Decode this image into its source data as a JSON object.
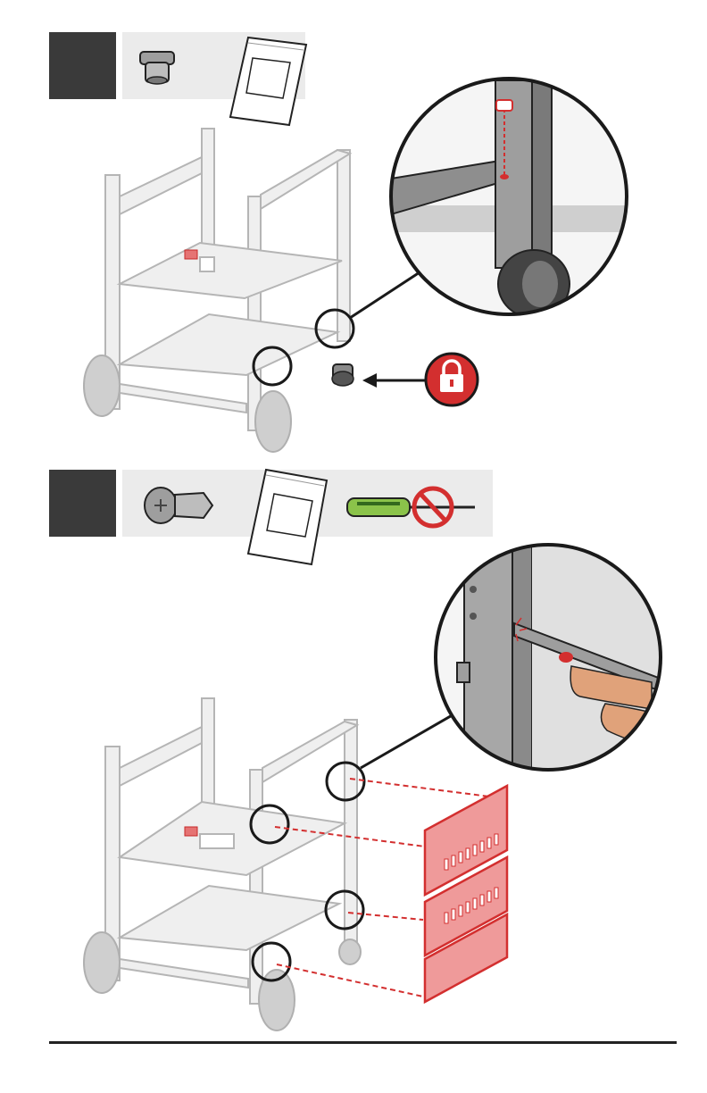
{
  "steps": [
    {
      "badge": "",
      "parts": [
        "caster-plug",
        "hardware-bag"
      ],
      "callouts": [
        "caster-lock"
      ]
    },
    {
      "badge": "",
      "parts": [
        "push-pin-rivet",
        "hardware-bag",
        "screwdriver",
        "no-screwdriver-symbol"
      ],
      "callouts": [
        "rear-panel"
      ]
    }
  ],
  "colors": {
    "badge": "#3a3a3a",
    "parts_bar": "#ebebeb",
    "highlight": "#d32f2f",
    "outline": "#1a1a1a",
    "frame_gray": "#bdbdbd"
  }
}
